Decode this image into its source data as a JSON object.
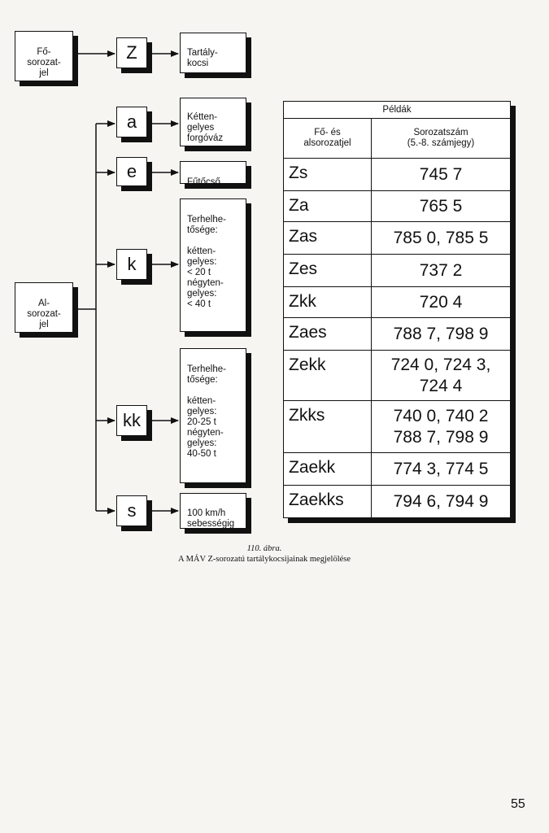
{
  "fo_sorozatjel": "Fő-\nsorozat-\njel",
  "al_sorozatjel": "Al-\nsorozat-\njel",
  "main_letter": "Z",
  "main_desc": "Tartály-\nkocsi",
  "sub_items": [
    {
      "letter": "a",
      "desc": "Kétten-\ngelyes\nforgóváz"
    },
    {
      "letter": "e",
      "desc": "Fűtőcső"
    },
    {
      "letter": "k",
      "desc": "Terhelhe-\ntősége:\n\nkétten-\ngelyes:\n    < 20 t\nnégyten-\ngelyes:\n    < 40 t"
    },
    {
      "letter": "kk",
      "desc": "Terhelhe-\ntősége:\n\nkétten-\ngelyes:\n  20-25 t\nnégyten-\ngelyes:\n  40-50 t"
    },
    {
      "letter": "s",
      "desc": "100 km/h\nsebességig"
    }
  ],
  "table": {
    "title": "Példák",
    "col1_header": "Fő- és\nalsorozatjel",
    "col2_header": "Sorozatszám\n(5.-8. számjegy)",
    "rows": [
      {
        "code": "Zs",
        "numbers": "745 7"
      },
      {
        "code": "Za",
        "numbers": "765 5"
      },
      {
        "code": "Zas",
        "numbers": "785 0,   785 5"
      },
      {
        "code": "Zes",
        "numbers": "737 2"
      },
      {
        "code": "Zkk",
        "numbers": "720 4"
      },
      {
        "code": "Zaes",
        "numbers": "788 7,   798 9"
      },
      {
        "code": "Zekk",
        "numbers": "724 0,  724 3,\n724 4"
      },
      {
        "code": "Zkks",
        "numbers": "740 0,   740 2\n788 7,   798 9"
      },
      {
        "code": "Zaekk",
        "numbers": "774 3,   774 5"
      },
      {
        "code": "Zaekks",
        "numbers": "794 6,   794 9"
      }
    ]
  },
  "caption": {
    "figure": "110. ábra.",
    "text": "A MÁV Z-sorozatú tartálykocsijainak megjelölése"
  },
  "page_number": "55"
}
